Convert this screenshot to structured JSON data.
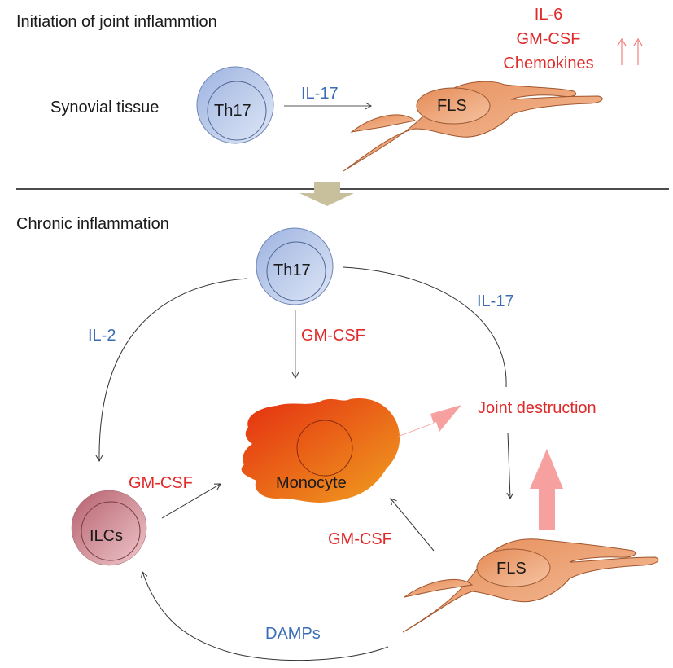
{
  "sections": {
    "initiation_title": "Initiation of joint inflammtion",
    "chronic_title": "Chronic inflammation"
  },
  "initiation": {
    "tissue_label": "Synovial tissue",
    "th17_label": "Th17",
    "il17_label": "IL-17",
    "fls_label": "FLS",
    "upregulated": [
      "IL-6",
      "GM-CSF",
      "Chemokines"
    ],
    "up_arrows": "↑↑"
  },
  "chronic": {
    "th17_label": "Th17",
    "il2_label": "IL-2",
    "gmcsf_th17_label": "GM-CSF",
    "il17_label": "IL-17",
    "monocyte_label": "Monocyte",
    "joint_destruction_label": "Joint destruction",
    "ilcs_label": "ILCs",
    "gmcsf_ilc_label": "GM-CSF",
    "gmcsf_fls_label": "GM-CSF",
    "fls_label": "FLS",
    "damps_label": "DAMPs"
  },
  "colors": {
    "blue_text": "#3a6db5",
    "red_text": "#e02a2a",
    "th17_fill": "#b7c8e8",
    "fls_fill": "#ec9e6c",
    "ilc_fill": "#c9838e",
    "monocyte_fill": "#ea4a12",
    "big_arrow_fill": "#f7a0a0",
    "transition_arrow_fill": "#c8bf9c"
  }
}
